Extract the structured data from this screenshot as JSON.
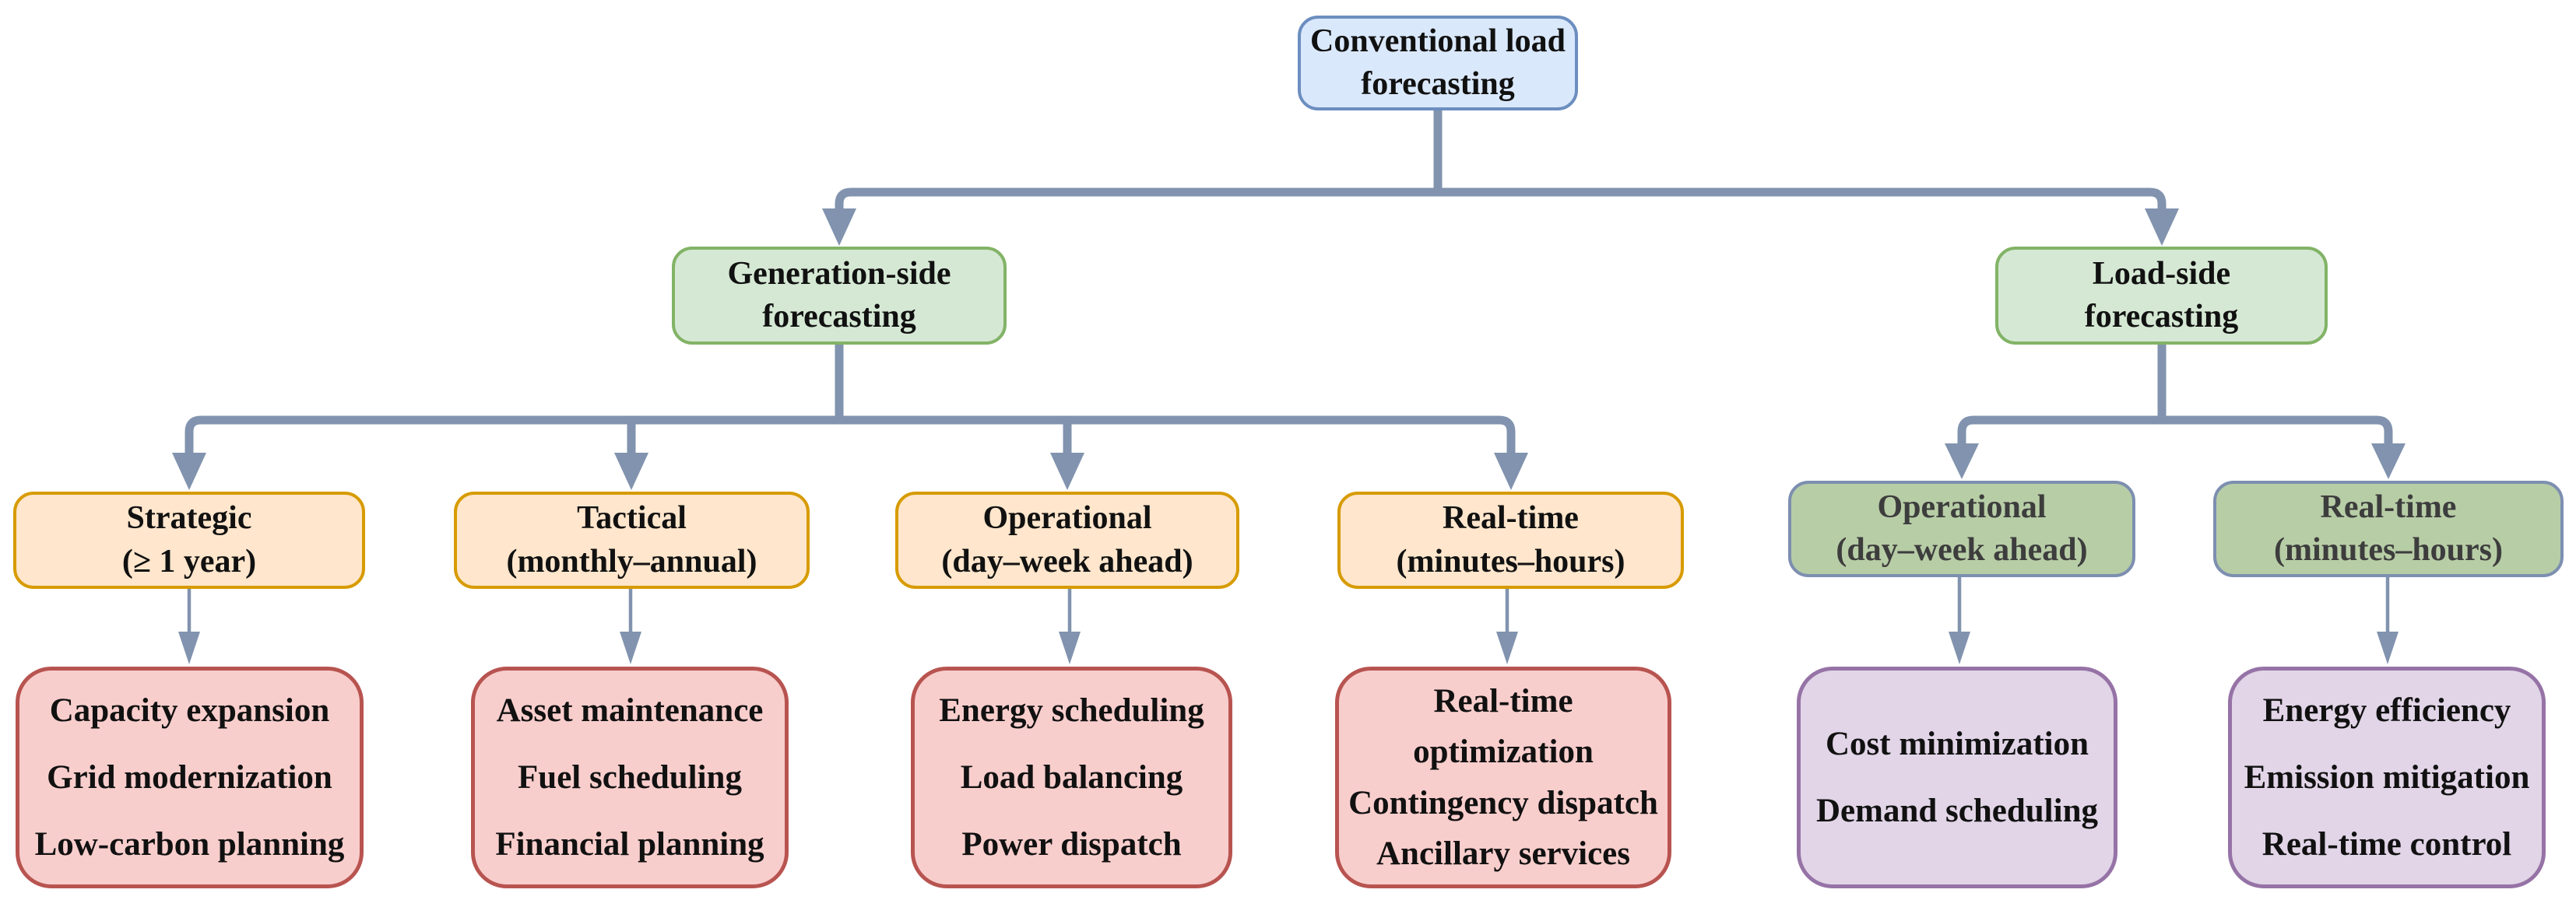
{
  "diagram_title": "Conventional load forecasting taxonomy",
  "colors": {
    "connector": "#8193ae",
    "root_fill": "#dae8fc",
    "root_border": "#6c8ebf",
    "side_fill": "#d5e8d4",
    "side_border": "#82b366",
    "generation_horizon_fill": "#ffe6cc",
    "generation_horizon_border": "#d79b00",
    "load_horizon_fill": "#b7cda6",
    "load_horizon_border": "#7d8fb0",
    "generation_apps_fill": "#f8cecc",
    "generation_apps_border": "#b85450",
    "load_apps_fill": "#e1d5e7",
    "load_apps_border": "#9673a6",
    "text": "#111111",
    "load_horizon_text": "#3d3d3d"
  },
  "nodes": {
    "root": {
      "lines": [
        "Conventional load",
        "forecasting"
      ]
    },
    "generation": {
      "lines": [
        "Generation-side",
        "forecasting"
      ]
    },
    "load": {
      "lines": [
        "Load-side",
        "forecasting"
      ]
    },
    "strategic": {
      "lines": [
        "Strategic",
        "(≥ 1 year)"
      ]
    },
    "tactical": {
      "lines": [
        "Tactical",
        "(monthly–annual)"
      ]
    },
    "operational_gen": {
      "lines": [
        "Operational",
        "(day–week ahead)"
      ]
    },
    "realtime_gen": {
      "lines": [
        "Real-time",
        "(minutes–hours)"
      ]
    },
    "operational_load": {
      "lines": [
        "Operational",
        "(day–week ahead)"
      ]
    },
    "realtime_load": {
      "lines": [
        "Real-time",
        "(minutes–hours)"
      ]
    },
    "strategic_apps": {
      "lines": [
        "Capacity expansion",
        "Grid modernization",
        "Low-carbon planning"
      ]
    },
    "tactical_apps": {
      "lines": [
        "Asset maintenance",
        "Fuel scheduling",
        "Financial planning"
      ]
    },
    "operational_apps": {
      "lines": [
        "Energy scheduling",
        "Load balancing",
        "Power dispatch"
      ]
    },
    "realtime_apps": {
      "lines": [
        "Real-time",
        "optimization",
        "Contingency dispatch",
        "Ancillary services"
      ]
    },
    "load_operational_apps": {
      "lines": [
        "Cost minimization",
        "Demand scheduling"
      ]
    },
    "load_realtime_apps": {
      "lines": [
        "Energy efficiency",
        "Emission mitigation",
        "Real-time control"
      ]
    }
  }
}
